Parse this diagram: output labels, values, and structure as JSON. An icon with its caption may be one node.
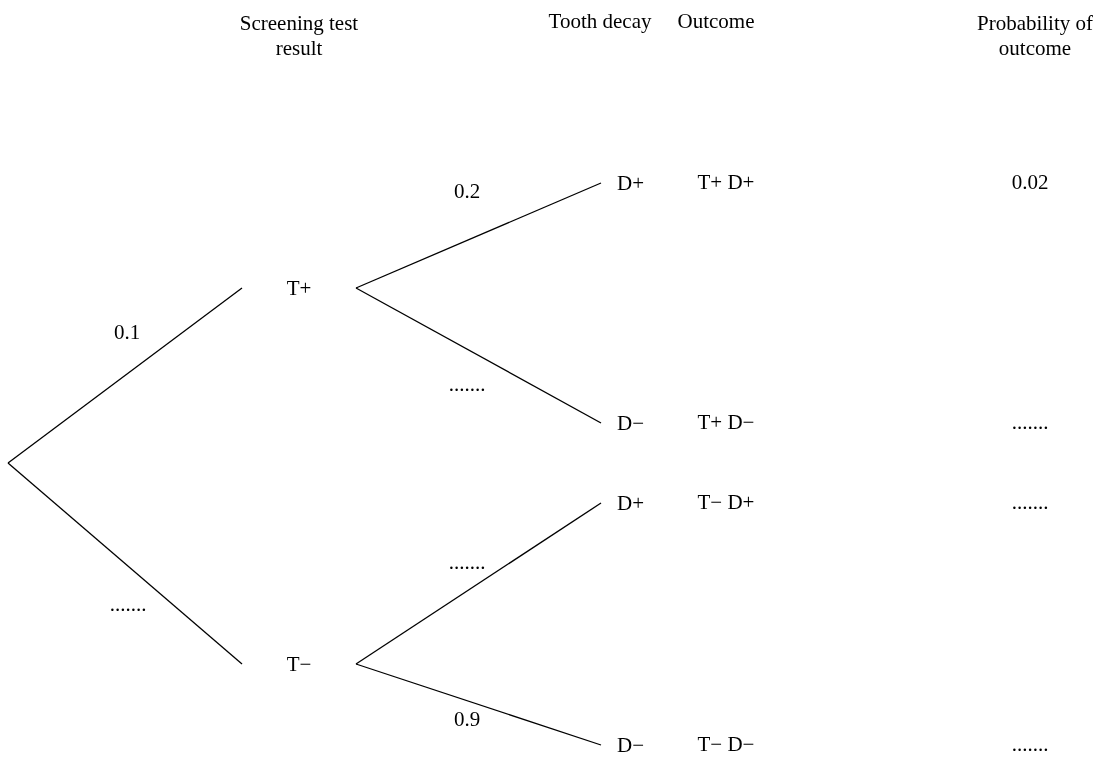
{
  "diagram": {
    "nodes": [
      {
        "text": [
          "T+"
        ]
      },
      {
        "text": [
          "T−"
        ]
      },
      {
        "text": [
          "D+"
        ]
      },
      {
        "text": [
          "D−"
        ]
      },
      {
        "text": [
          "D+"
        ]
      },
      {
        "text": [
          "D−"
        ]
      }
    ],
    "edges": [
      {
        "from": null,
        "to": 0,
        "arrow": "none",
        "label": "0.1"
      },
      {
        "from": null,
        "to": 1,
        "arrow": "none",
        "label": "......."
      },
      {
        "from": 0,
        "to": 2,
        "arrow": "none",
        "label": "0.2"
      },
      {
        "from": 0,
        "to": 3,
        "arrow": "none",
        "label": "......."
      },
      {
        "from": 1,
        "to": 4,
        "arrow": "none",
        "label": "......."
      },
      {
        "from": 1,
        "to": 5,
        "arrow": "none",
        "label": "0.9"
      }
    ],
    "labels": [
      "Screening test result",
      "Tooth decay",
      "Outcome",
      "Probability of outcome",
      "T+ D+",
      "0.02",
      "T+ D−",
      ".......",
      "T− D+",
      ".......",
      "T− D−",
      "......."
    ]
  }
}
